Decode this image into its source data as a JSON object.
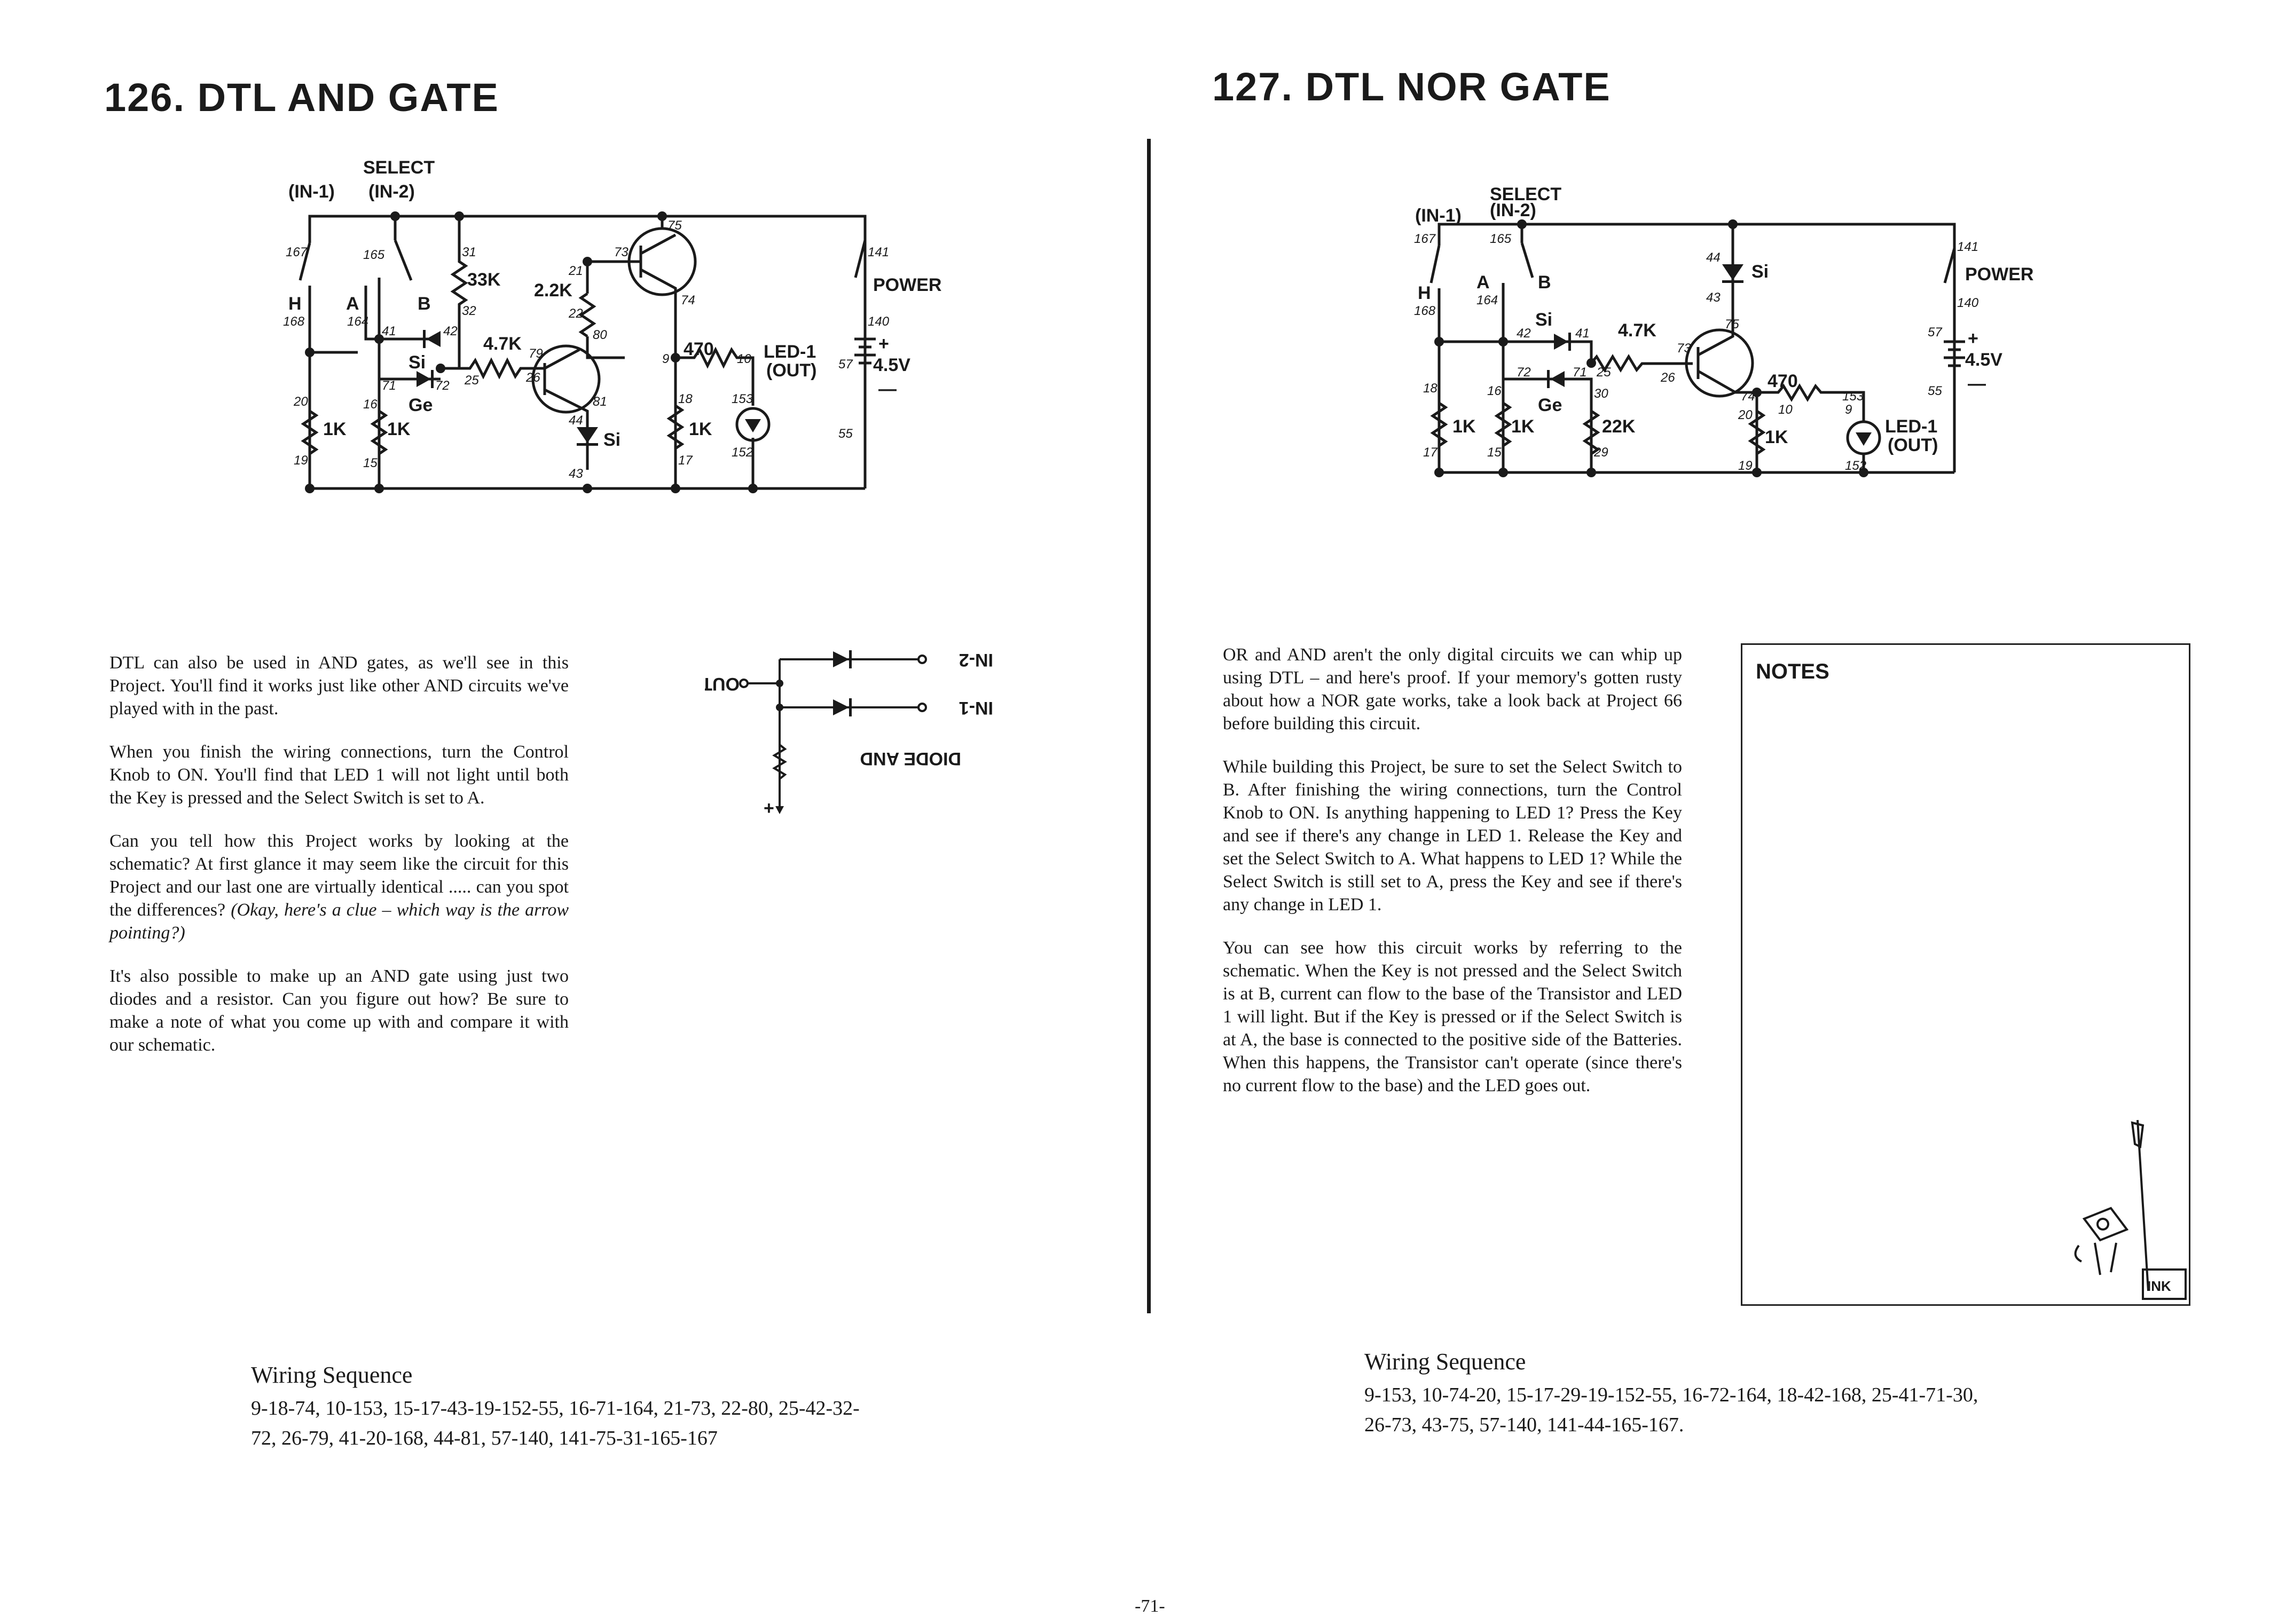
{
  "left": {
    "title": "126. DTL AND GATE",
    "schematic": {
      "select": "SELECT",
      "in1": "(IN-1)",
      "in2": "(IN-2)",
      "r33k": "33K",
      "r22k": "2.2K",
      "r47k": "4.7K",
      "si1": "Si",
      "ge": "Ge",
      "r1ka": "1K",
      "r1kb": "1K",
      "r470": "470",
      "led": "LED-1",
      "out": "(OUT)",
      "power": "POWER",
      "volt": "4.5V",
      "plus": "+",
      "minus": "—",
      "si2": "Si",
      "r1kc": "1K",
      "a": "A",
      "b": "B",
      "h": "H",
      "t": {
        "n167": "167",
        "n165": "165",
        "n31": "31",
        "n32": "32",
        "n21": "21",
        "n22": "22",
        "n73": "73",
        "n75": "75",
        "n74": "74",
        "n80": "80",
        "n79": "79",
        "n26": "26",
        "n25": "25",
        "n41": "41",
        "n42": "42",
        "n71": "71",
        "n72": "72",
        "n168": "168",
        "n164": "164",
        "n20": "20",
        "n16": "16",
        "n19": "19",
        "n15": "15",
        "n81": "81",
        "n44": "44",
        "n43": "43",
        "n9": "9",
        "n10": "10",
        "n18": "18",
        "n17": "17",
        "n153": "153",
        "n152": "152",
        "n141": "141",
        "n140": "140",
        "n57": "57",
        "n55": "55"
      }
    },
    "diode_and": {
      "in2": "IN-2",
      "in1": "IN-1",
      "out": "OUT",
      "label": "DIODE AND",
      "plus": "+"
    },
    "paragraphs": [
      "DTL can also be used in AND gates, as we'll see in this Project. You'll find it works just like other AND circuits we've played with in the past.",
      "When you finish the wiring connections, turn the Control Knob to ON. You'll find that LED 1 will not light until both the Key is pressed and the Select Switch is set to A.",
      "Can you tell how this Project works by looking at the schematic? At first glance it may seem like the circuit for this Project and our last one are virtually identical ..... can you spot the differences?",
      "It's also possible to make up an AND gate using just two diodes and a resistor. Can you figure out how? Be sure to make a note of what you come up with and compare it with our schematic."
    ],
    "p3_italic": "(Okay, here's a clue – which way is the arrow pointing?)",
    "wiring_heading": "Wiring Sequence",
    "wiring_line1": "9-18-74, 10-153, 15-17-43-19-152-55, 16-71-164, 21-73, 22-80, 25-42-32-",
    "wiring_line2": "72, 26-79, 41-20-168, 44-81, 57-140, 141-75-31-165-167"
  },
  "right": {
    "title": "127. DTL NOR GATE",
    "schematic": {
      "select": "SELECT",
      "in1": "(IN-1)",
      "in2": "(IN-2)",
      "si1": "Si",
      "si2": "Si",
      "r47k": "4.7K",
      "ge": "Ge",
      "r1ka": "1K",
      "r1kb": "1K",
      "r22k": "22K",
      "r470": "470",
      "r1kc": "1K",
      "led": "LED-1",
      "out": "(OUT)",
      "power": "POWER",
      "volt": "4.5V",
      "plus": "+",
      "minus": "—",
      "a": "A",
      "b": "B",
      "h": "H",
      "t": {
        "n167": "167",
        "n165": "165",
        "n168": "168",
        "n164": "164",
        "n42": "42",
        "n41": "41",
        "n72": "72",
        "n71": "71",
        "n25": "25",
        "n26": "26",
        "n73": "73",
        "n75": "75",
        "n74": "74",
        "n44": "44",
        "n43": "43",
        "n18": "18",
        "n17": "17",
        "n16": "16",
        "n15": "15",
        "n30": "30",
        "n29": "29",
        "n20": "20",
        "n19": "19",
        "n10": "10",
        "n9": "9",
        "n153": "153",
        "n152": "152",
        "n141": "141",
        "n140": "140",
        "n57": "57",
        "n55": "55"
      }
    },
    "paragraphs": [
      "OR and AND aren't the only digital circuits we can whip up using DTL – and here's proof. If your memory's gotten rusty about how a NOR gate works, take a look back at Project 66 before building this circuit.",
      "While building this Project, be sure to set the Select Switch to B. After finishing the wiring connections, turn the Control Knob to ON. Is anything happening to LED 1? Press the Key and see if there's any change in LED 1. Release the Key and set the Select Switch to A. What happens to LED 1? While the Select Switch is still set to A, press the Key and see if there's any change in LED 1.",
      "You can see how this circuit works by referring to the schematic. When the Key is not pressed and the Select Switch is at B, current can flow to the base of the Transistor and LED 1 will light. But if the Key is pressed or if the Select Switch is at A, the base is connected to the positive side of the Batteries. When this happens, the Transistor can't operate (since there's no current flow to the base) and the LED goes out."
    ],
    "notes_heading": "NOTES",
    "ink_label": "INK",
    "wiring_heading": "Wiring Sequence",
    "wiring_line1": "9-153, 10-74-20, 15-17-29-19-152-55, 16-72-164, 18-42-168, 25-41-71-30,",
    "wiring_line2": "26-73, 43-75, 57-140, 141-44-165-167."
  },
  "page_number": "-71-"
}
